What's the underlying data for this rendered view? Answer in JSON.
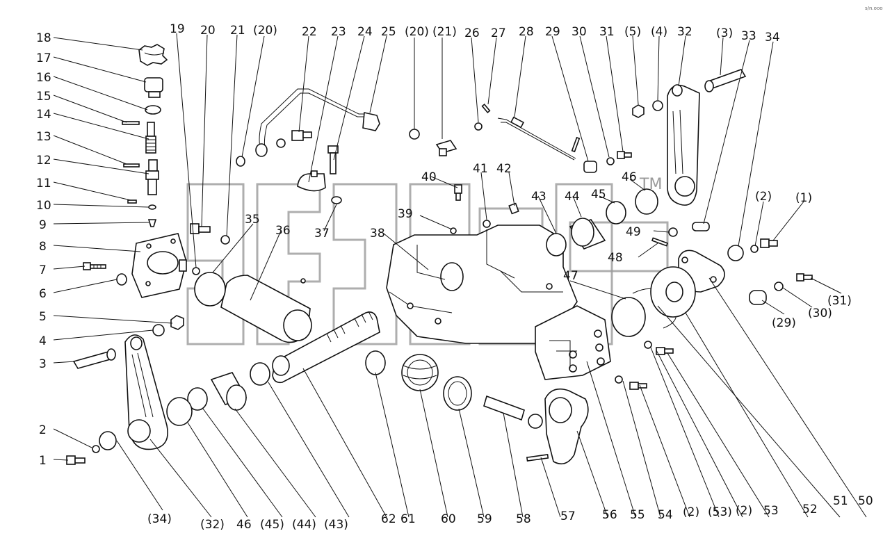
{
  "corner_mark": "s/n.ooo",
  "watermark": "TM",
  "labels": [
    {
      "id": "18",
      "text": "18"
    },
    {
      "id": "17",
      "text": "17"
    },
    {
      "id": "16",
      "text": "16"
    },
    {
      "id": "15",
      "text": "15"
    },
    {
      "id": "14",
      "text": "14"
    },
    {
      "id": "13",
      "text": "13"
    },
    {
      "id": "12",
      "text": "12"
    },
    {
      "id": "11",
      "text": "11"
    },
    {
      "id": "10",
      "text": "10"
    },
    {
      "id": "9",
      "text": "9"
    },
    {
      "id": "8",
      "text": "8"
    },
    {
      "id": "7",
      "text": "7"
    },
    {
      "id": "6",
      "text": "6"
    },
    {
      "id": "5",
      "text": "5"
    },
    {
      "id": "4",
      "text": "4"
    },
    {
      "id": "3",
      "text": "3"
    },
    {
      "id": "2a",
      "text": "2"
    },
    {
      "id": "1a",
      "text": "1"
    },
    {
      "id": "19",
      "text": "19"
    },
    {
      "id": "20",
      "text": "20"
    },
    {
      "id": "21",
      "text": "21"
    },
    {
      "id": "p20a",
      "text": "(20)"
    },
    {
      "id": "22",
      "text": "22"
    },
    {
      "id": "23",
      "text": "23"
    },
    {
      "id": "24",
      "text": "24"
    },
    {
      "id": "25",
      "text": "25"
    },
    {
      "id": "p20b",
      "text": "(20)"
    },
    {
      "id": "p21",
      "text": "(21)"
    },
    {
      "id": "26",
      "text": "26"
    },
    {
      "id": "27",
      "text": "27"
    },
    {
      "id": "28",
      "text": "28"
    },
    {
      "id": "29",
      "text": "29"
    },
    {
      "id": "30",
      "text": "30"
    },
    {
      "id": "31",
      "text": "31"
    },
    {
      "id": "p5",
      "text": "(5)"
    },
    {
      "id": "p4",
      "text": "(4)"
    },
    {
      "id": "32",
      "text": "32"
    },
    {
      "id": "p3",
      "text": "(3)"
    },
    {
      "id": "33",
      "text": "33"
    },
    {
      "id": "34",
      "text": "34"
    },
    {
      "id": "40",
      "text": "40"
    },
    {
      "id": "41",
      "text": "41"
    },
    {
      "id": "42",
      "text": "42"
    },
    {
      "id": "43",
      "text": "43"
    },
    {
      "id": "44",
      "text": "44"
    },
    {
      "id": "45",
      "text": "45"
    },
    {
      "id": "46",
      "text": "46"
    },
    {
      "id": "p2a",
      "text": "(2)"
    },
    {
      "id": "p1",
      "text": "(1)"
    },
    {
      "id": "35",
      "text": "35"
    },
    {
      "id": "36",
      "text": "36"
    },
    {
      "id": "37",
      "text": "37"
    },
    {
      "id": "38",
      "text": "38"
    },
    {
      "id": "39",
      "text": "39"
    },
    {
      "id": "49",
      "text": "49"
    },
    {
      "id": "48",
      "text": "48"
    },
    {
      "id": "47",
      "text": "47"
    },
    {
      "id": "p31",
      "text": "(31)"
    },
    {
      "id": "p30",
      "text": "(30)"
    },
    {
      "id": "p29",
      "text": "(29)"
    },
    {
      "id": "p34",
      "text": "(34)"
    },
    {
      "id": "p32",
      "text": "(32)"
    },
    {
      "id": "46b",
      "text": "46"
    },
    {
      "id": "p45",
      "text": "(45)"
    },
    {
      "id": "p44",
      "text": "(44)"
    },
    {
      "id": "p43",
      "text": "(43)"
    },
    {
      "id": "62",
      "text": "62"
    },
    {
      "id": "61",
      "text": "61"
    },
    {
      "id": "60",
      "text": "60"
    },
    {
      "id": "59",
      "text": "59"
    },
    {
      "id": "58",
      "text": "58"
    },
    {
      "id": "57",
      "text": "57"
    },
    {
      "id": "56",
      "text": "56"
    },
    {
      "id": "55",
      "text": "55"
    },
    {
      "id": "54",
      "text": "54"
    },
    {
      "id": "p2b",
      "text": "(2)"
    },
    {
      "id": "p53",
      "text": "(53)"
    },
    {
      "id": "p2c",
      "text": "(2)"
    },
    {
      "id": "53",
      "text": "53"
    },
    {
      "id": "52",
      "text": "52"
    },
    {
      "id": "51",
      "text": "51"
    },
    {
      "id": "50",
      "text": "50"
    }
  ]
}
